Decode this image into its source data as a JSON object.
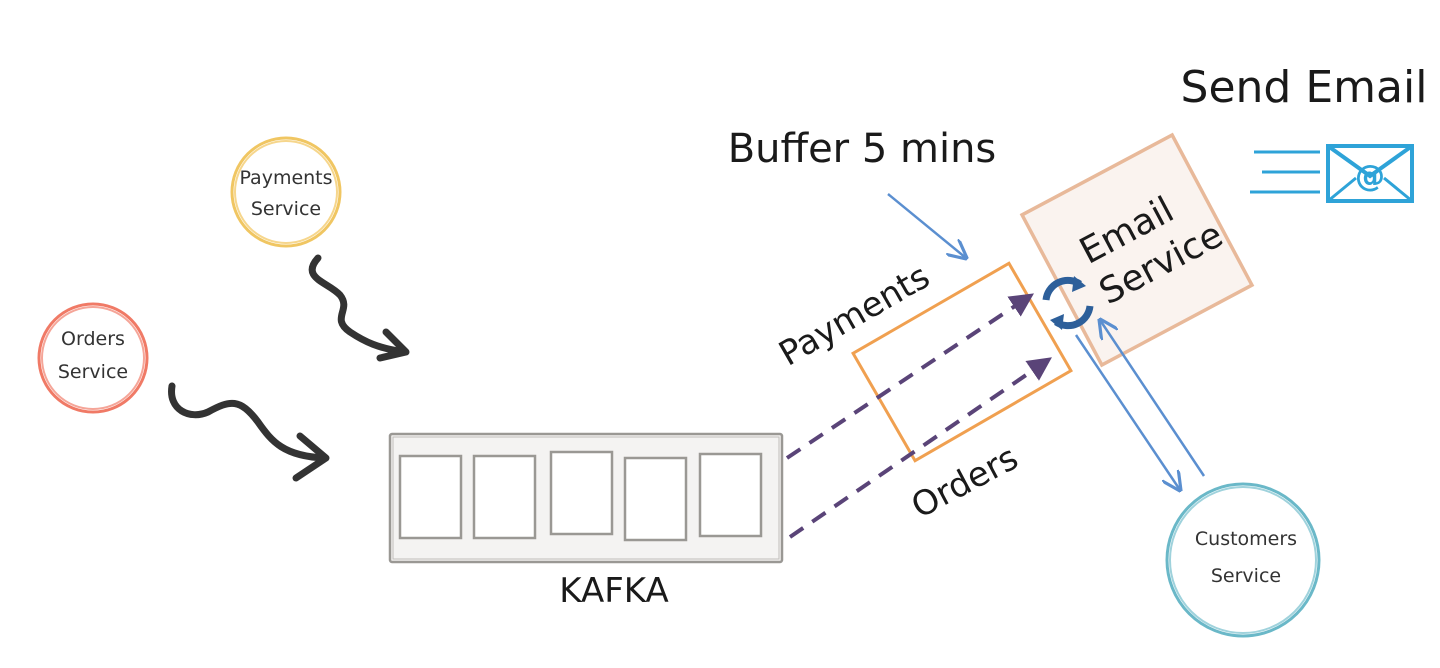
{
  "nodes": {
    "payments_service": {
      "line1": "Payments",
      "line2": "Service",
      "color": "#f0c35a"
    },
    "orders_service": {
      "line1": "Orders",
      "line2": "Service",
      "color": "#f07a66"
    },
    "customers_service": {
      "line1": "Customers",
      "line2": "Service",
      "color": "#6ab8c8"
    },
    "email_service": {
      "line1": "Email",
      "line2": "Service",
      "border": "#e8b99a",
      "fill": "#faf3ef"
    },
    "kafka": {
      "label": "KAFKA",
      "partitions": 5
    }
  },
  "labels": {
    "buffer": "Buffer 5 mins",
    "send_email": "Send Email",
    "payments_stream": "Payments",
    "orders_stream": "Orders",
    "email_icon_glyph": "@"
  },
  "colors": {
    "stream_arrow": "#5a4478",
    "blue_arrow": "#5b8fd0",
    "buffer_box": "#f0a050",
    "email_icon": "#2ea3d8",
    "refresh_icon": "#2d5f9a",
    "ink": "#333333"
  },
  "icons": {
    "email": "envelope-at-icon",
    "refresh": "refresh-cycle-icon"
  }
}
